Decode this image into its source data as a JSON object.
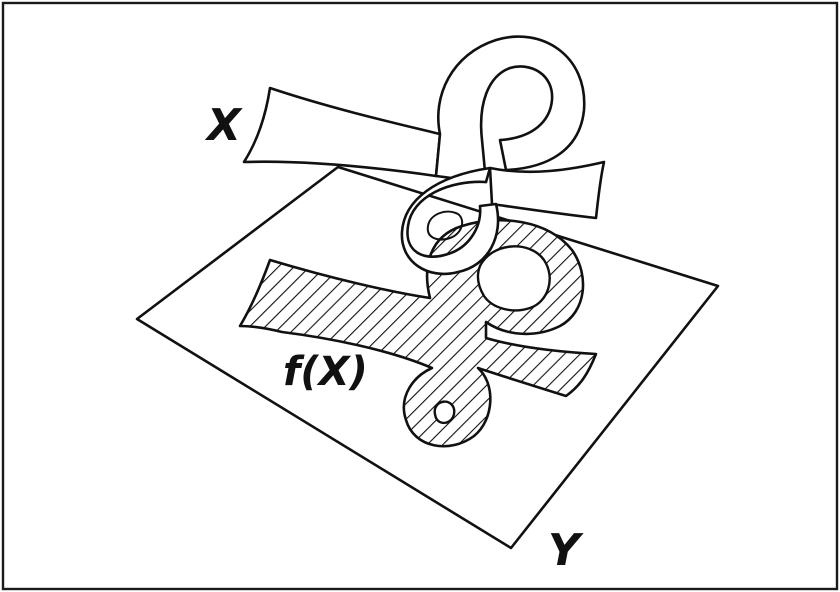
{
  "labels": {
    "domain_set": "X",
    "codomain_set": "Y",
    "image_of_map": "f(X)"
  },
  "colors": {
    "ink": "#111111",
    "paper": "#ffffff"
  }
}
